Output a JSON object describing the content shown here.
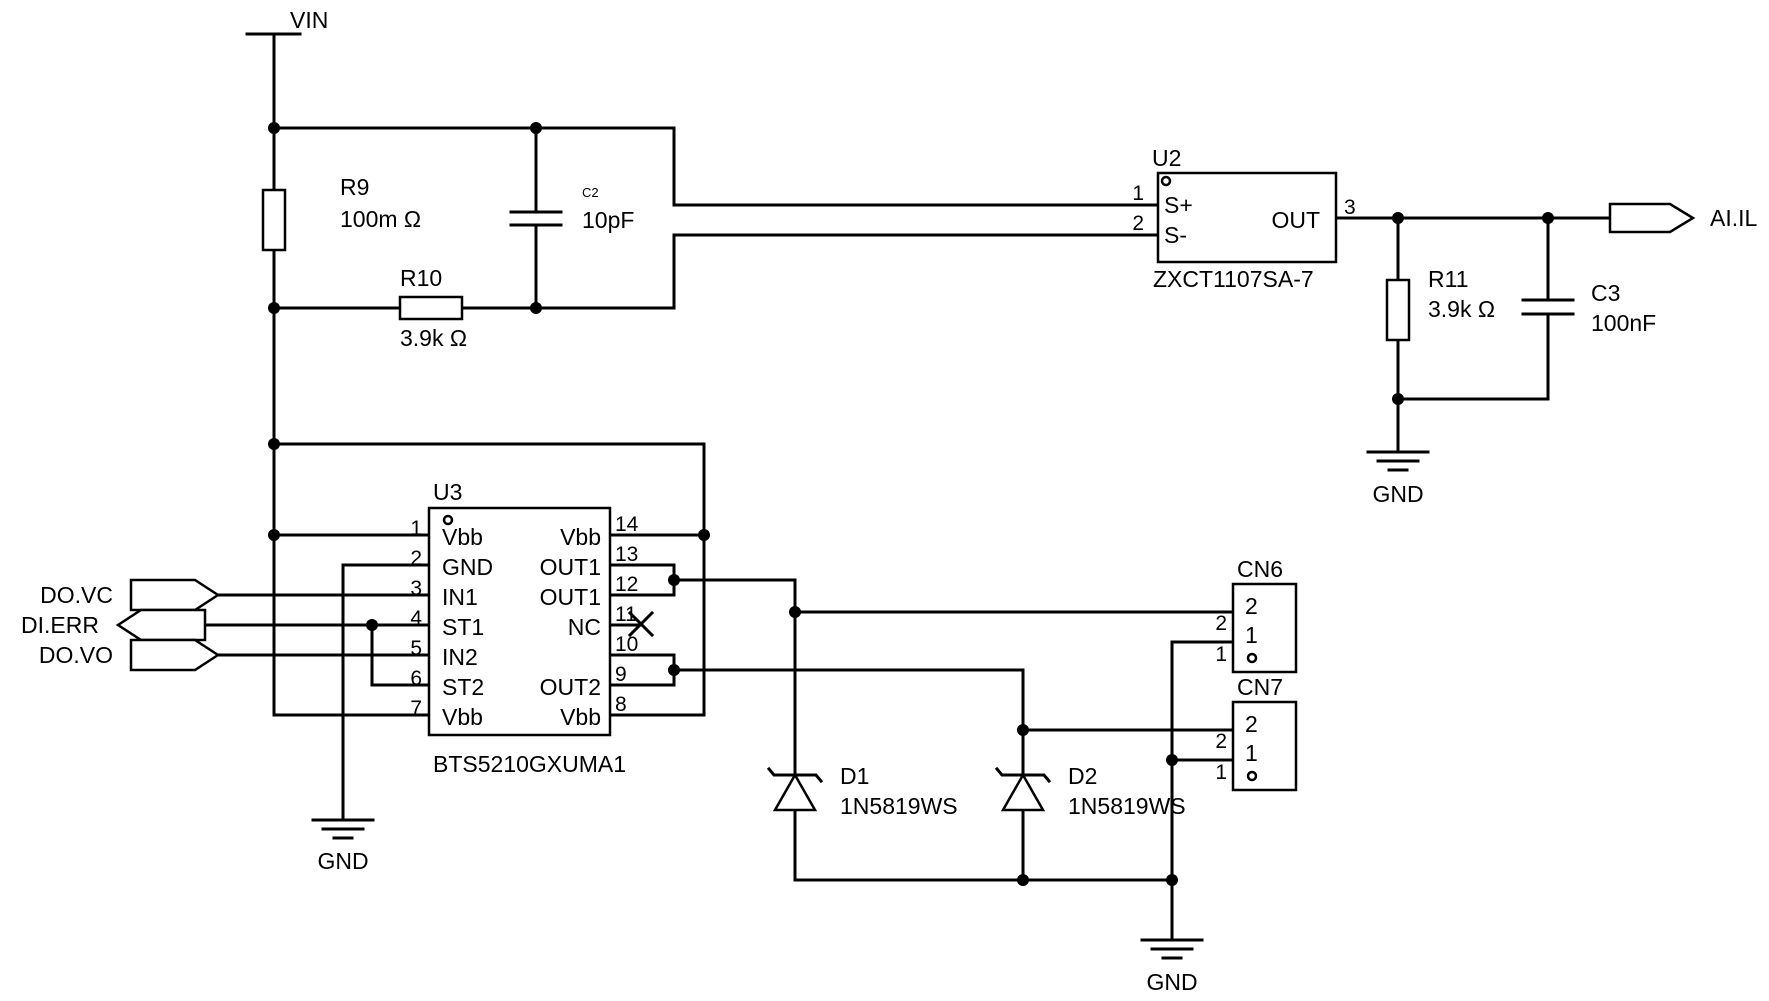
{
  "power": {
    "vin": "VIN",
    "gnd": "GND"
  },
  "components": {
    "r9": {
      "ref": "R9",
      "value": "100m Ω"
    },
    "r10": {
      "ref": "R10",
      "value": "3.9k Ω"
    },
    "c2": {
      "ref": "C2",
      "value": "10pF"
    },
    "r11": {
      "ref": "R11",
      "value": "3.9k Ω"
    },
    "c3": {
      "ref": "C3",
      "value": "100nF"
    },
    "u2": {
      "ref": "U2",
      "part": "ZXCT1107SA-7",
      "pins": {
        "p1": "1",
        "p2": "2",
        "p3": "3",
        "sp": "S+",
        "sm": "S-",
        "out": "OUT"
      }
    },
    "u3": {
      "ref": "U3",
      "part": "BTS5210GXUMA1",
      "left_pins": [
        {
          "num": "1",
          "name": "Vbb"
        },
        {
          "num": "2",
          "name": "GND"
        },
        {
          "num": "3",
          "name": "IN1"
        },
        {
          "num": "4",
          "name": "ST1"
        },
        {
          "num": "5",
          "name": "IN2"
        },
        {
          "num": "6",
          "name": "ST2"
        },
        {
          "num": "7",
          "name": "Vbb"
        }
      ],
      "right_pins": [
        {
          "num": "14",
          "name": "Vbb"
        },
        {
          "num": "13",
          "name": "OUT1"
        },
        {
          "num": "12",
          "name": "OUT1"
        },
        {
          "num": "11",
          "name": "NC"
        },
        {
          "num": "10",
          "name": ""
        },
        {
          "num": "9",
          "name": "OUT2"
        },
        {
          "num": "8",
          "name": "Vbb"
        }
      ]
    },
    "d1": {
      "ref": "D1",
      "value": "1N5819WS"
    },
    "d2": {
      "ref": "D2",
      "value": "1N5819WS"
    },
    "cn6": {
      "ref": "CN6",
      "pins": [
        "2",
        "1"
      ]
    },
    "cn7": {
      "ref": "CN7",
      "pins": [
        "2",
        "1"
      ]
    }
  },
  "net_ports": {
    "ai_il": "AI.IL",
    "do_vc": "DO.VC",
    "di_err": "DI.ERR",
    "do_vo": "DO.VO"
  }
}
